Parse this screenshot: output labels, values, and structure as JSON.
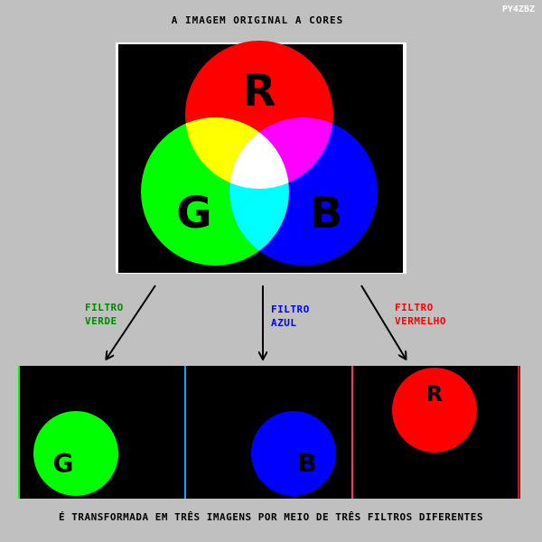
{
  "title": "A IMAGEM ORIGINAL A CORES",
  "watermark": "PY4ZBZ",
  "original": {
    "letters": {
      "red": "R",
      "green": "G",
      "blue": "B"
    }
  },
  "filters": [
    {
      "line1": "FILTRO",
      "line2": "VERDE",
      "color": "#008800"
    },
    {
      "line1": "FILTRO",
      "line2": "AZUL",
      "color": "#0000ff"
    },
    {
      "line1": "FILTRO",
      "line2": "VERMELHO",
      "color": "#ff0000"
    }
  ],
  "panels": [
    {
      "letter": "G",
      "color": "#00ff00"
    },
    {
      "letter": "B",
      "color": "#0000ff"
    },
    {
      "letter": "R",
      "color": "#ff0000"
    }
  ],
  "caption": "É TRANSFORMADA EM TRÊS IMAGENS POR MEIO DE TRÊS FILTROS DIFERENTES"
}
